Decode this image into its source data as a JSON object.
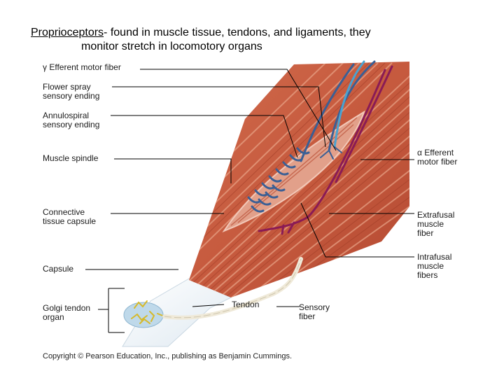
{
  "title": {
    "term": "Proprioceptors",
    "text_line1": "- found in muscle tissue, tendons, and ligaments, they",
    "text_line2": "monitor stretch in locomotory organs"
  },
  "labels": {
    "gamma_efferent": "γ Efferent motor fiber",
    "flower_spray": "Flower spray\nsensory ending",
    "annulospiral": "Annulospiral\nsensory ending",
    "muscle_spindle": "Muscle spindle",
    "connective_capsule": "Connective\ntissue capsule",
    "capsule": "Capsule",
    "golgi_tendon_organ": "Golgi tendon\norgan",
    "tendon": "Tendon",
    "sensory_fiber": "Sensory\nfiber",
    "alpha_efferent": "α Efferent\nmotor fiber",
    "extrafusal": "Extrafusal\nmuscle\nfiber",
    "intrafusal": "Intrafusal\nmuscle\nfibers"
  },
  "copyright": "Copyright © Pearson Education, Inc., publishing as Benjamin Cummings.",
  "colors": {
    "muscle": "#c65a3e",
    "muscle_light": "#e39a7e",
    "tendon": "#e6eef4",
    "sensory_nerve": "#3a5f95",
    "sensory_nerve_light": "#4aa3d1",
    "motor_nerve": "#8a1b55",
    "golgi_ending": "#d6b92a",
    "leader_line": "#000000"
  }
}
